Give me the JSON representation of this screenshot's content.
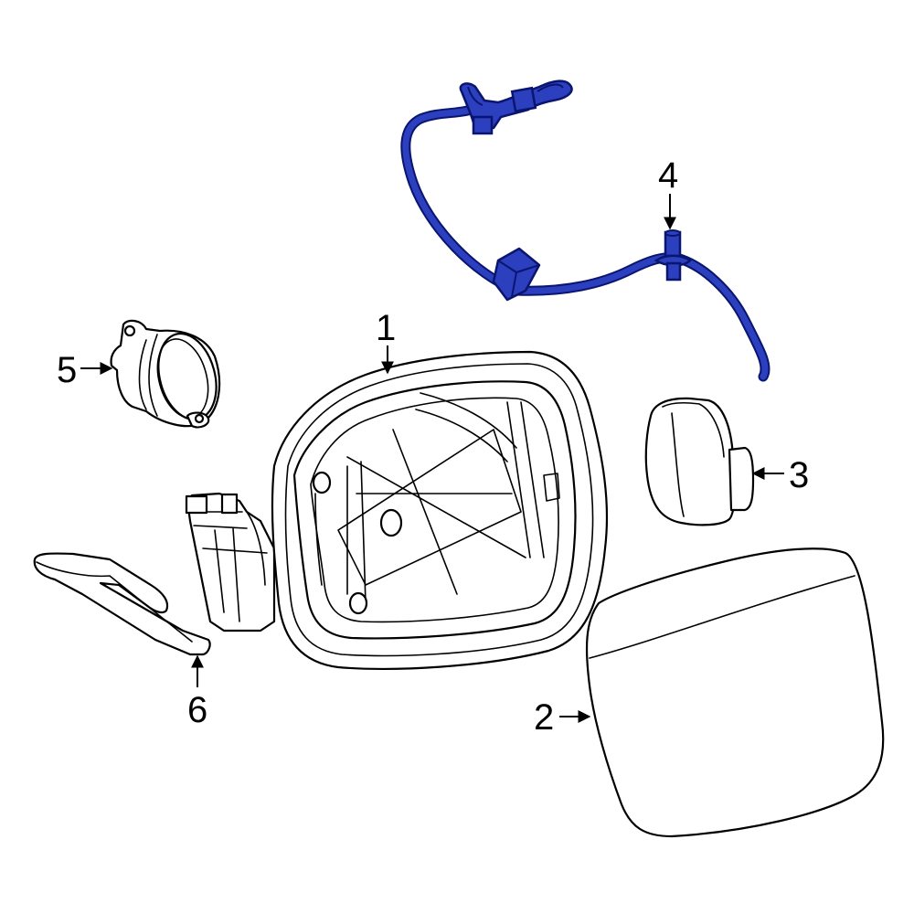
{
  "diagram": {
    "callouts": [
      {
        "id": "1",
        "label": "1"
      },
      {
        "id": "2",
        "label": "2"
      },
      {
        "id": "3",
        "label": "3"
      },
      {
        "id": "4",
        "label": "4"
      },
      {
        "id": "5",
        "label": "5"
      },
      {
        "id": "6",
        "label": "6"
      }
    ]
  },
  "colors": {
    "highlight": "#2b3fbf",
    "highlight_dark": "#0a1570",
    "line": "#000000",
    "background": "#ffffff"
  }
}
